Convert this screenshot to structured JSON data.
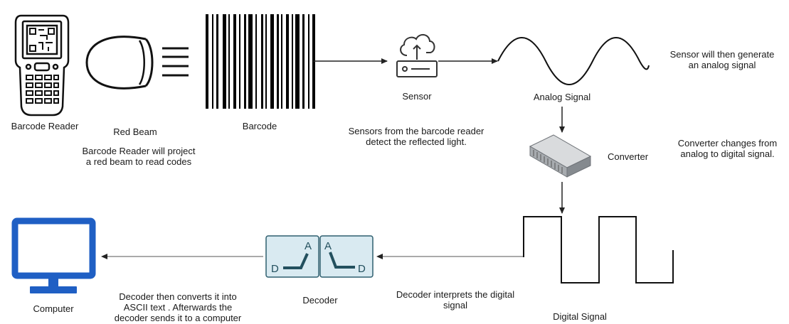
{
  "colors": {
    "line": "#111111",
    "arrow": "#555555",
    "monitor": "#1f5fc4",
    "decoder_fill": "#d7e8ef",
    "decoder_stroke": "#2f5f6f",
    "converter": "#8a8f94"
  },
  "labels": {
    "barcode_reader": "Barcode Reader",
    "red_beam": "Red Beam",
    "red_beam_desc": [
      "Barcode Reader will project",
      "a red beam to read codes"
    ],
    "barcode": "Barcode",
    "sensor": "Sensor",
    "sensor_desc": [
      "Sensors from the barcode reader",
      "detect the reflected light."
    ],
    "analog_signal": "Analog Signal",
    "analog_desc": [
      "Sensor will then generate",
      "an analog signal"
    ],
    "converter": "Converter",
    "converter_desc": [
      "Converter changes from",
      "analog to digital signal."
    ],
    "digital_signal": "Digital Signal",
    "decoder_interprets": [
      "Decoder interprets the digital",
      "signal"
    ],
    "decoder": "Decoder",
    "decoder_converts": [
      "Decoder then converts it into",
      "ASCII text . Afterwards the",
      "decoder sends it to a computer"
    ],
    "computer": "Computer"
  },
  "icons": {
    "reader": "barcode-reader-icon",
    "beam": "red-beam-icon",
    "barcode": "barcode-icon",
    "sensor": "cloud-upload-sensor-icon",
    "analog": "sine-wave-icon",
    "converter": "converter-device-icon",
    "digital": "square-wave-icon",
    "decoder": "analog-digital-decoder-icon",
    "computer": "monitor-icon"
  },
  "decoder_letters": {
    "a": "A",
    "d": "D"
  }
}
